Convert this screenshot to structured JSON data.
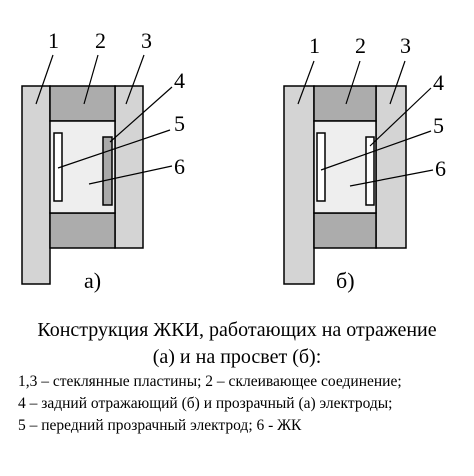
{
  "diagram": {
    "labels_a": [
      "1",
      "2",
      "3",
      "4",
      "5",
      "6"
    ],
    "labels_b": [
      "1",
      "2",
      "3",
      "4",
      "5",
      "6"
    ],
    "panel_a_label": "а)",
    "panel_b_label": "б)",
    "colors": {
      "glass_plate": "#d4d4d4",
      "sealant": "#acacac",
      "lc_fill": "#eeeeee",
      "back_electrode": "#a9a9a9",
      "stroke": "#000000"
    }
  },
  "caption": {
    "title": "Конструкция ЖКИ, работающих на отражение",
    "subtitle": "(а) и на просвет (б):",
    "legend": [
      "1,3 – стеклянные пластины; 2 – склеивающее  соединение;",
      "4 – задний отражающий (б) и прозрачный (а)  электроды;",
      "5 – передний прозрачный электрод; 6 - ЖК"
    ]
  }
}
